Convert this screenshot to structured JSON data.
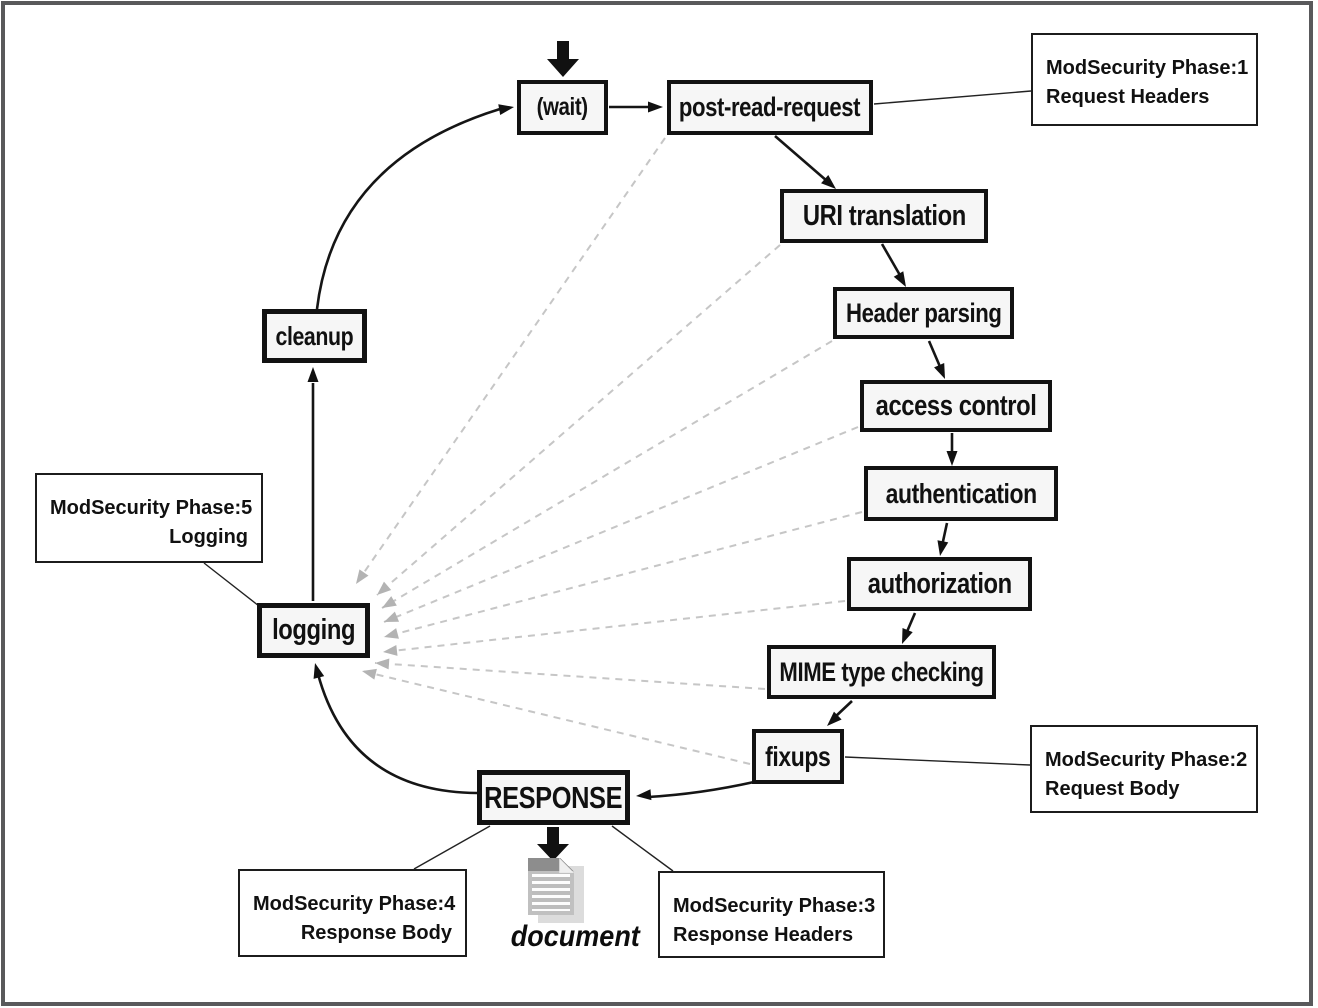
{
  "nodes": {
    "wait": "(wait)",
    "post_read_request": "post-read-request",
    "uri_translation": "URI translation",
    "header_parsing": "Header parsing",
    "access_control": "access control",
    "authentication": "authentication",
    "authorization": "authorization",
    "mime_type_checking": "MIME type checking",
    "fixups": "fixups",
    "response": "RESPONSE",
    "logging": "logging",
    "cleanup": "cleanup"
  },
  "callouts": {
    "phase1": {
      "line1": "ModSecurity Phase:1",
      "line2": "Request Headers"
    },
    "phase2": {
      "line1": "ModSecurity Phase:2",
      "line2": "Request Body"
    },
    "phase3": {
      "line1": "ModSecurity Phase:3",
      "line2": "Response Headers"
    },
    "phase4": {
      "line1": "ModSecurity Phase:4",
      "line2": "Response Body"
    },
    "phase5": {
      "line1": "ModSecurity Phase:5",
      "line2": "Logging"
    }
  },
  "document_icon_label": "document",
  "colors": {
    "frame_border": "#59595b",
    "node_border": "#121212",
    "node_fill": "#f6f6f6",
    "text": "#111111",
    "dashed_line": "#c6c6c6",
    "dashed_head": "#b3b3b3",
    "callout_border": "#1c1c1c",
    "doc_gray": "#8d8d8d",
    "doc_body": "#c0c0c0",
    "doc_shadow": "#dcdcdc"
  }
}
